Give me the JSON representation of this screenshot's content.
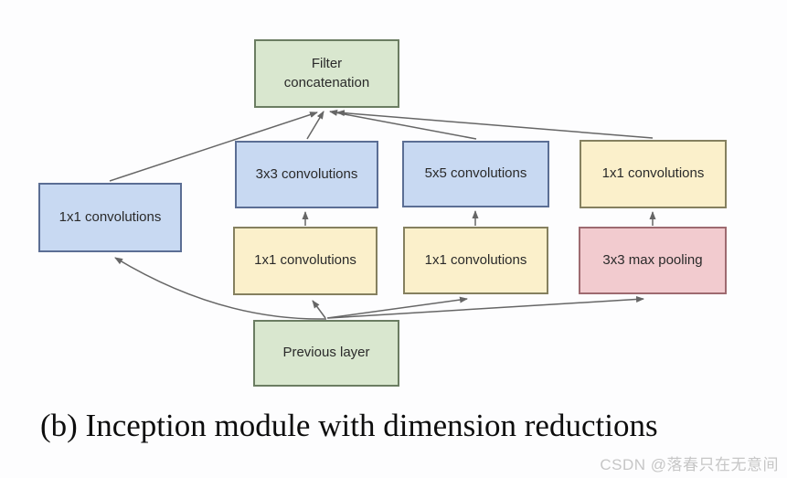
{
  "caption": "(b) Inception module with dimension reductions",
  "watermark": "CSDN @落春只在无意间",
  "diagram": {
    "title": "Inception module with dimension reductions",
    "nodes": {
      "filter_concat": {
        "label": "Filter concatenation",
        "color": "green"
      },
      "conv1x1_left": {
        "label": "1x1 convolutions",
        "color": "blue"
      },
      "conv3x3": {
        "label": "3x3 convolutions",
        "color": "blue"
      },
      "conv5x5": {
        "label": "5x5 convolutions",
        "color": "blue"
      },
      "conv1x1_right": {
        "label": "1x1 convolutions",
        "color": "yellow"
      },
      "conv1x1_mid_left": {
        "label": "1x1 convolutions",
        "color": "yellow"
      },
      "conv1x1_mid_right": {
        "label": "1x1 convolutions",
        "color": "yellow"
      },
      "max_pooling": {
        "label": "3x3 max pooling",
        "color": "pink"
      },
      "previous_layer": {
        "label": "Previous layer",
        "color": "green"
      }
    },
    "edges": [
      {
        "from": "previous_layer",
        "to": "conv1x1_left"
      },
      {
        "from": "previous_layer",
        "to": "conv1x1_mid_left"
      },
      {
        "from": "previous_layer",
        "to": "conv1x1_mid_right"
      },
      {
        "from": "previous_layer",
        "to": "max_pooling"
      },
      {
        "from": "conv1x1_mid_left",
        "to": "conv3x3"
      },
      {
        "from": "conv1x1_mid_right",
        "to": "conv5x5"
      },
      {
        "from": "max_pooling",
        "to": "conv1x1_right"
      },
      {
        "from": "conv1x1_left",
        "to": "filter_concat"
      },
      {
        "from": "conv3x3",
        "to": "filter_concat"
      },
      {
        "from": "conv5x5",
        "to": "filter_concat"
      },
      {
        "from": "conv1x1_right",
        "to": "filter_concat"
      }
    ],
    "colors": {
      "green_fill": "#d9e7cf",
      "green_border": "#6b7d62",
      "blue_fill": "#c8d9f2",
      "blue_border": "#5b6e94",
      "yellow_fill": "#fbf0cb",
      "yellow_border": "#85805f",
      "pink_fill": "#f2cbcf",
      "pink_border": "#9e6a70",
      "arrow": "#666666",
      "watermark_text": "#c6c6c6"
    }
  }
}
